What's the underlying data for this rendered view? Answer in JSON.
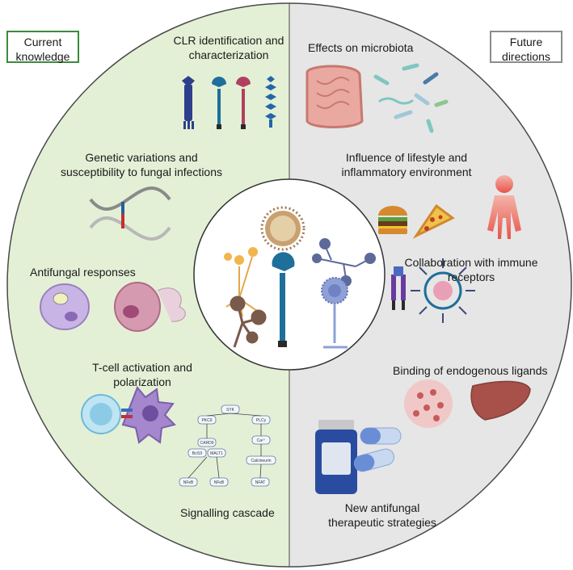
{
  "tags": {
    "current": [
      "Current",
      "knowledge"
    ],
    "future": [
      "Future",
      "directions"
    ]
  },
  "left_items": {
    "clr": [
      "CLR identification and",
      "characterization"
    ],
    "genetic": [
      "Genetic variations and",
      "susceptibility to fungal infections"
    ],
    "antifungal": [
      "Antifungal responses"
    ],
    "tcell": [
      "T-cell activation and",
      "polarization"
    ],
    "signalling": [
      "Signalling cascade"
    ]
  },
  "right_items": {
    "microbiota": [
      "Effects on microbiota"
    ],
    "lifestyle": [
      "Influence of lifestyle and",
      "inflammatory environment"
    ],
    "collaboration": [
      "Collaboration with immune",
      "receptors"
    ],
    "binding": [
      "Binding of endogenous ligands"
    ],
    "therapeutic": [
      "New antifungal",
      "therapeutic strategies"
    ]
  },
  "cascade": {
    "syk": "SYK",
    "pkc": "PKCδ",
    "plc": "PLCγ",
    "card9": "CARD9",
    "bcl10": "Bcl10",
    "malt1": "MALT1",
    "ca": "Ca²⁺",
    "calcineurin": "Calcineurin",
    "nfkb1": "NFκB",
    "nfkb2": "NFκB",
    "nfat": "NFAT"
  },
  "colors": {
    "left_half": "#e3f0d6",
    "right_half": "#e6e6e6",
    "circle_border": "#4a4a4a",
    "current_border": "#3c8a3c",
    "future_border": "#8c8c8c"
  }
}
